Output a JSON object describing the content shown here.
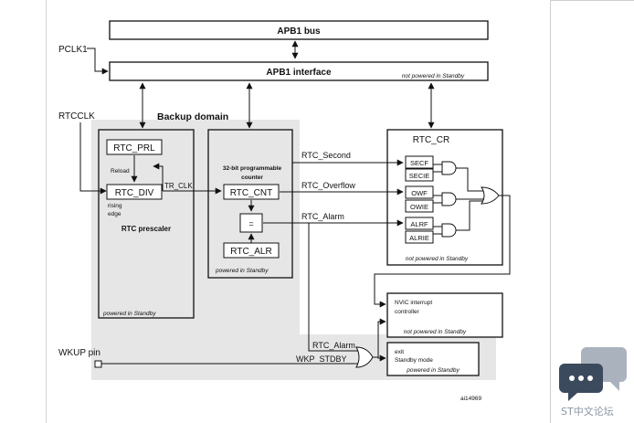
{
  "diagram": {
    "apb1_bus": "APB1 bus",
    "pclk1": "PCLK1",
    "apb1_interface": "APB1 interface",
    "not_powered_standby_1": "not powered in Standby",
    "rtcclk": "RTCCLK",
    "backup_domain": "Backup domain",
    "rtc_prl": "RTC_PRL",
    "reload": "Reload",
    "rtc_div": "RTC_DIV",
    "tr_clk": "TR_CLK",
    "rising": "rising",
    "edge": "edge",
    "rtc_prescaler": "RTC prescaler",
    "powered_standby_1": "powered in Standby",
    "counter_title_1": "32-bit programmable",
    "counter_title_2": "counter",
    "rtc_cnt": "RTC_CNT",
    "equals": "=",
    "rtc_alr": "RTC_ALR",
    "powered_standby_2": "powered in Standby",
    "rtc_second": "RTC_Second",
    "rtc_overflow": "RTC_Overflow",
    "rtc_alarm": "RTC_Alarm",
    "rtc_cr": "RTC_CR",
    "secf": "SECF",
    "secie": "SECIE",
    "owf": "OWF",
    "owie": "OWIE",
    "alrf": "ALRF",
    "alrie": "ALRIE",
    "not_powered_standby_2": "not powered in Standby",
    "nvic_1": "NVIC interrupt",
    "nvic_2": "controller",
    "not_powered_standby_3": "not powered in Standby",
    "wkup_pin": "WKUP pin",
    "rtc_alarm_2": "RTC_Alarm",
    "wkp_stdby": "WKP_STDBY",
    "exit_1": "exit",
    "exit_2": "Standby mode",
    "powered_standby_3": "powered in Standby",
    "figure_id": "ai14969"
  },
  "brand": {
    "name": "ST中文论坛",
    "icon": "chat-bubbles-icon"
  },
  "colors": {
    "shaded": "#e6e6e6",
    "line": "#111111",
    "icon_dark": "#3b4a5c",
    "icon_light": "#aab3bd"
  }
}
